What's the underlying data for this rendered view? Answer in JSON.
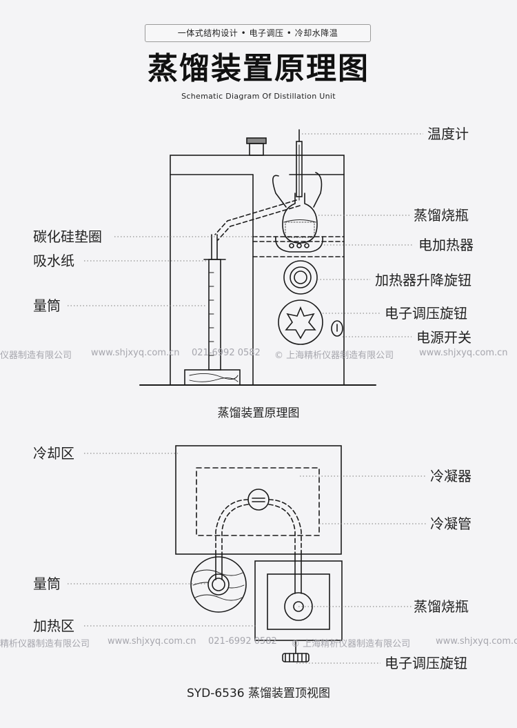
{
  "header": {
    "tagline": "一体式结构设计 • 电子调压 • 冷却水降温",
    "title": "蒸馏装置原理图",
    "subtitle": "Schematic Diagram Of Distillation Unit"
  },
  "diagram1": {
    "labels": {
      "thermometer": "温度计",
      "flask": "蒸馏烧瓶",
      "sic_gasket": "碳化硅垫圈",
      "heater": "电加热器",
      "absorbent_paper": "吸水纸",
      "lift_knob": "加热器升降旋钮",
      "cylinder": "量筒",
      "voltage_knob": "电子调压旋钮",
      "power_switch": "电源开关"
    },
    "caption": "蒸馏装置原理图"
  },
  "diagram2": {
    "labels": {
      "cooling_zone": "冷却区",
      "condenser": "冷凝器",
      "condenser_tube": "冷凝管",
      "cylinder": "量筒",
      "flask": "蒸馏烧瓶",
      "heating_zone": "加热区",
      "voltage_knob": "电子调压旋钮"
    },
    "caption": "SYD-6536 蒸馏装置顶视图"
  },
  "watermark": {
    "company_cut": "仪器制造有限公司",
    "company_cut2": "精析仪器制造有限公司",
    "website": "www.shjxyq.com.cn",
    "phone": "021-6992 0582",
    "company_full": "© 上海精析仪器制造有限公司"
  }
}
